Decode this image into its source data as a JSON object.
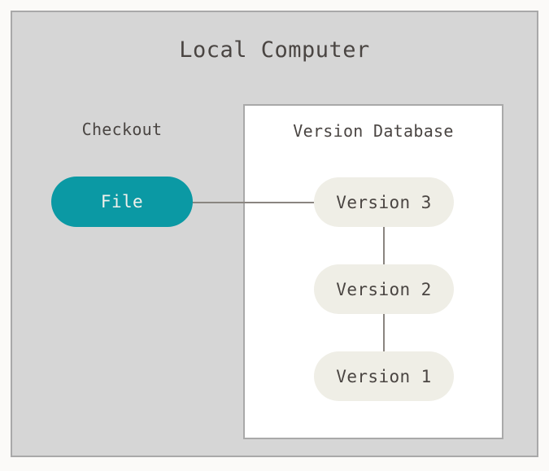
{
  "diagram": {
    "type": "local-version-control-diagram",
    "outer_panel": {
      "title": "Local Computer",
      "background_color": "#d6d6d6",
      "border_color": "#a9a9a9"
    },
    "checkout": {
      "label": "Checkout",
      "file_node": {
        "label": "File",
        "fill_color": "#0b99a4",
        "text_color": "#f2f1ec"
      }
    },
    "version_database": {
      "title": "Version Database",
      "background_color": "#ffffff",
      "border_color": "#a9a9a9",
      "versions": [
        {
          "label": "Version 3"
        },
        {
          "label": "Version 2"
        },
        {
          "label": "Version 1"
        }
      ],
      "node_fill_color": "#efeee6",
      "node_text_color": "#4a4542"
    },
    "connectors": {
      "color": "#8a8580",
      "file_to_version3": "horizontal",
      "version3_to_version2": "vertical",
      "version2_to_version1": "vertical"
    },
    "page_background": "#fbfaf8"
  }
}
